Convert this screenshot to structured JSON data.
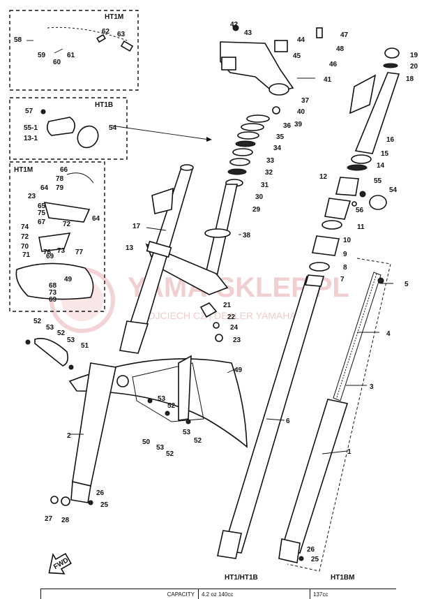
{
  "boxes": [
    {
      "title": "HT1M",
      "parts": [
        "58",
        "62",
        "63",
        "59",
        "61",
        "60"
      ]
    },
    {
      "title": "HT1B",
      "parts": [
        "57",
        "55-1",
        "13-1",
        "54"
      ]
    },
    {
      "title": "HT1M",
      "parts": [
        "66",
        "78",
        "79",
        "64",
        "23",
        "65",
        "75",
        "67",
        "72",
        "64",
        "74",
        "72",
        "70",
        "76",
        "73",
        "77",
        "71",
        "69",
        "49",
        "68",
        "73",
        "69"
      ]
    }
  ],
  "callouts": {
    "c42": "42",
    "c43": "43",
    "c44": "44",
    "c47": "47",
    "c45": "45",
    "c48": "48",
    "c46": "46",
    "c41": "41",
    "c37": "37",
    "c40": "40",
    "c39": "39",
    "c36": "36",
    "c35": "35",
    "c34": "34",
    "c33": "33",
    "c32": "32",
    "c31": "31",
    "c30": "30",
    "c29": "29",
    "c38": "38",
    "c17": "17",
    "c13": "13",
    "c21": "21",
    "c22": "22",
    "c24": "24",
    "c23": "23",
    "c19": "19",
    "c20": "20",
    "c18": "18",
    "c16": "16",
    "c15": "15",
    "c14": "14",
    "c12": "12",
    "c55": "55",
    "c54": "54",
    "c56": "56",
    "c11": "11",
    "c10": "10",
    "c9": "9",
    "c8": "8",
    "c7": "7",
    "c5": "5",
    "c4": "4",
    "c3": "3",
    "c1": "1",
    "c6": "6",
    "c2": "2",
    "c49": "49",
    "c53a": "53",
    "c52a": "52",
    "c50": "50",
    "c53b": "53",
    "c52b": "52",
    "c53c": "53",
    "c52c": "52",
    "c52d": "52",
    "c53d": "53",
    "c52e": "52",
    "c53e": "53",
    "c51": "51",
    "c26a": "26",
    "c25a": "25",
    "c27": "27",
    "c28": "28",
    "c26b": "26",
    "c25b": "25"
  },
  "model_labels": {
    "left": "HT1/HT1B",
    "right": "HT1BM"
  },
  "watermark": {
    "brand": "YAMA-SKLEP.PL",
    "tagline": "MOJCIECH CZ | DEALER YAMAHA"
  },
  "bottom_row": {
    "cell1": "CAPACITY",
    "cell2": "4.2 oz  140cc",
    "cell3": "137cc"
  },
  "fwd_label": "FWD"
}
